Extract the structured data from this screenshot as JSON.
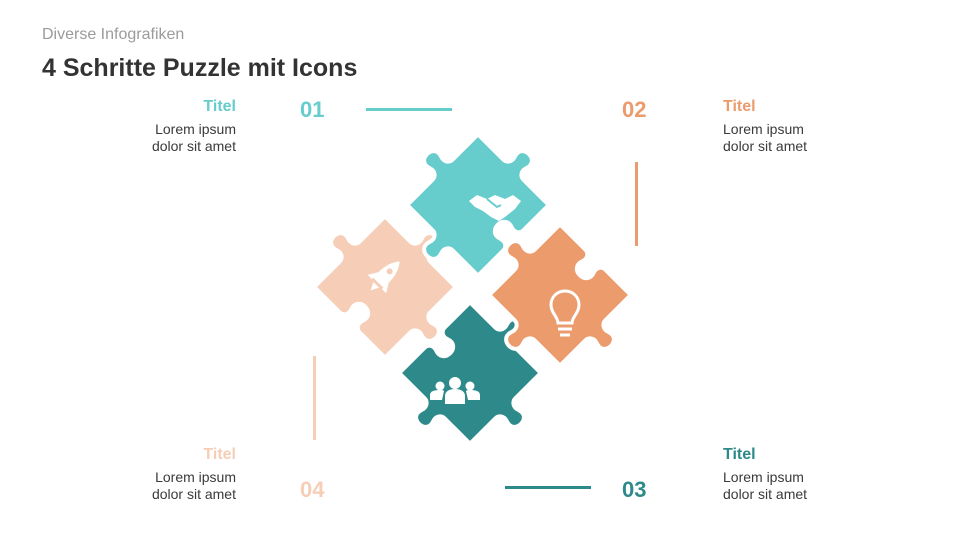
{
  "header": {
    "subtitle": "Diverse Infografiken",
    "title": "4 Schritte Puzzle mit Icons"
  },
  "colors": {
    "teal_light": "#66cccc",
    "orange": "#eb9b6c",
    "peach": "#f6cdb6",
    "teal_dark": "#2e8a8a"
  },
  "steps": [
    {
      "number": "01",
      "title": "Titel",
      "desc1": "Lorem ipsum",
      "desc2": "dolor sit amet",
      "color": "#66cccc",
      "icon": "handshake-icon"
    },
    {
      "number": "02",
      "title": "Titel",
      "desc1": "Lorem ipsum",
      "desc2": "dolor sit amet",
      "color": "#eb9b6c",
      "icon": "lightbulb-icon"
    },
    {
      "number": "03",
      "title": "Titel",
      "desc1": "Lorem ipsum",
      "desc2": "dolor sit amet",
      "color": "#2e8a8a",
      "icon": "team-icon"
    },
    {
      "number": "04",
      "title": "Titel",
      "desc1": "Lorem ipsum",
      "desc2": "dolor sit amet",
      "color": "#f6cdb6",
      "icon": "rocket-icon"
    }
  ]
}
